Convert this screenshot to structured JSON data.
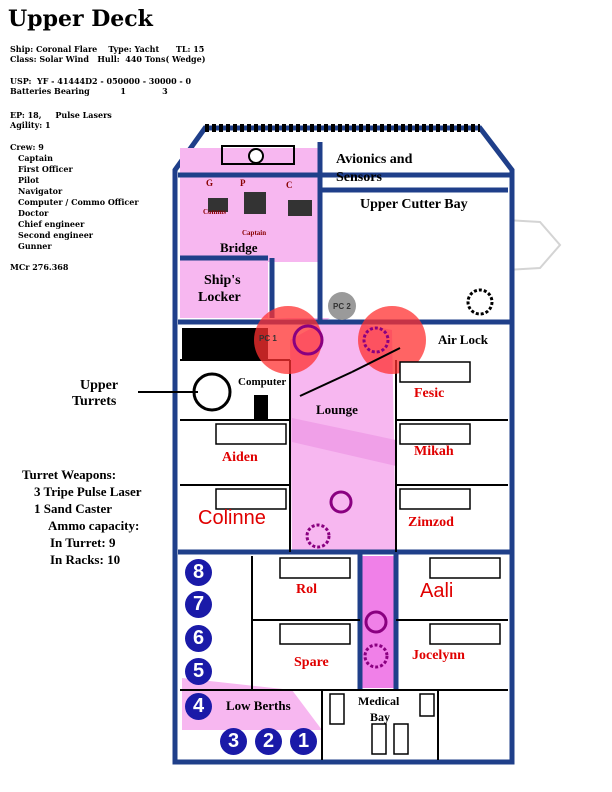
{
  "title": "Upper Deck",
  "specs": {
    "line1": "Ship: Coronal Flare    Type: Yacht      TL: 15",
    "line2": "Class: Solar Wind   Hull:  440 Tons( Wedge)",
    "line3": "USP:  YF - 41444D2 - 050000 - 30000 - 0",
    "line4": "Batteries Bearing           1             3",
    "line5": "EP: 18,     Pulse Lasers",
    "line6": "Agility: 1"
  },
  "crew": {
    "header": "Crew: 9",
    "roles": [
      "Captain",
      "First Officer",
      "Pilot",
      "Navigator",
      "Computer / Commo Officer",
      "Doctor",
      "Chief engineer",
      "Second engineer",
      "Gunner"
    ]
  },
  "cost": "MCr 276.368",
  "turret_callout": {
    "line1": "Upper",
    "line2": "Turrets"
  },
  "turret_weapons": {
    "header": "Turret Weapons:",
    "weapon1": "3 Tripe Pulse Laser",
    "weapon2": "1 Sand Caster",
    "ammo": "Ammo capacity:",
    "in_turret": "In Turret: 9",
    "in_racks": "In Racks: 10"
  },
  "rooms": {
    "avionics": "Avionics and",
    "sensors": "Sensors",
    "cutter_bay": "Upper Cutter Bay",
    "bridge": "Bridge",
    "lockers_1": "Ship's",
    "lockers_2": "Locker",
    "air_lock": "Air Lock",
    "computer": "Computer",
    "lounge": "Lounge",
    "low_berths": "Low Berths",
    "medical_1": "Medical",
    "medical_2": "Bay"
  },
  "bridge_stations": {
    "g": "G",
    "p": "P",
    "c": "C",
    "comms": "Comms",
    "captain": "Captain"
  },
  "pc_labels": {
    "pc1": "PC 1",
    "pc2": "PC 2"
  },
  "cabins": [
    "Fesic",
    "Aiden",
    "Mikah",
    "Colinne",
    "Zimzod",
    "Rol",
    "Aali",
    "Spare",
    "Jocelynn"
  ],
  "berth_numbers": [
    "8",
    "7",
    "6",
    "5",
    "4",
    "3",
    "2",
    "1"
  ],
  "colors": {
    "hull": "#1f3f8a",
    "floor_pink": "#f7b7f0",
    "turret_red": "#ff3030",
    "berth_blue": "#1a1aa8",
    "name_red": "#e00000"
  }
}
